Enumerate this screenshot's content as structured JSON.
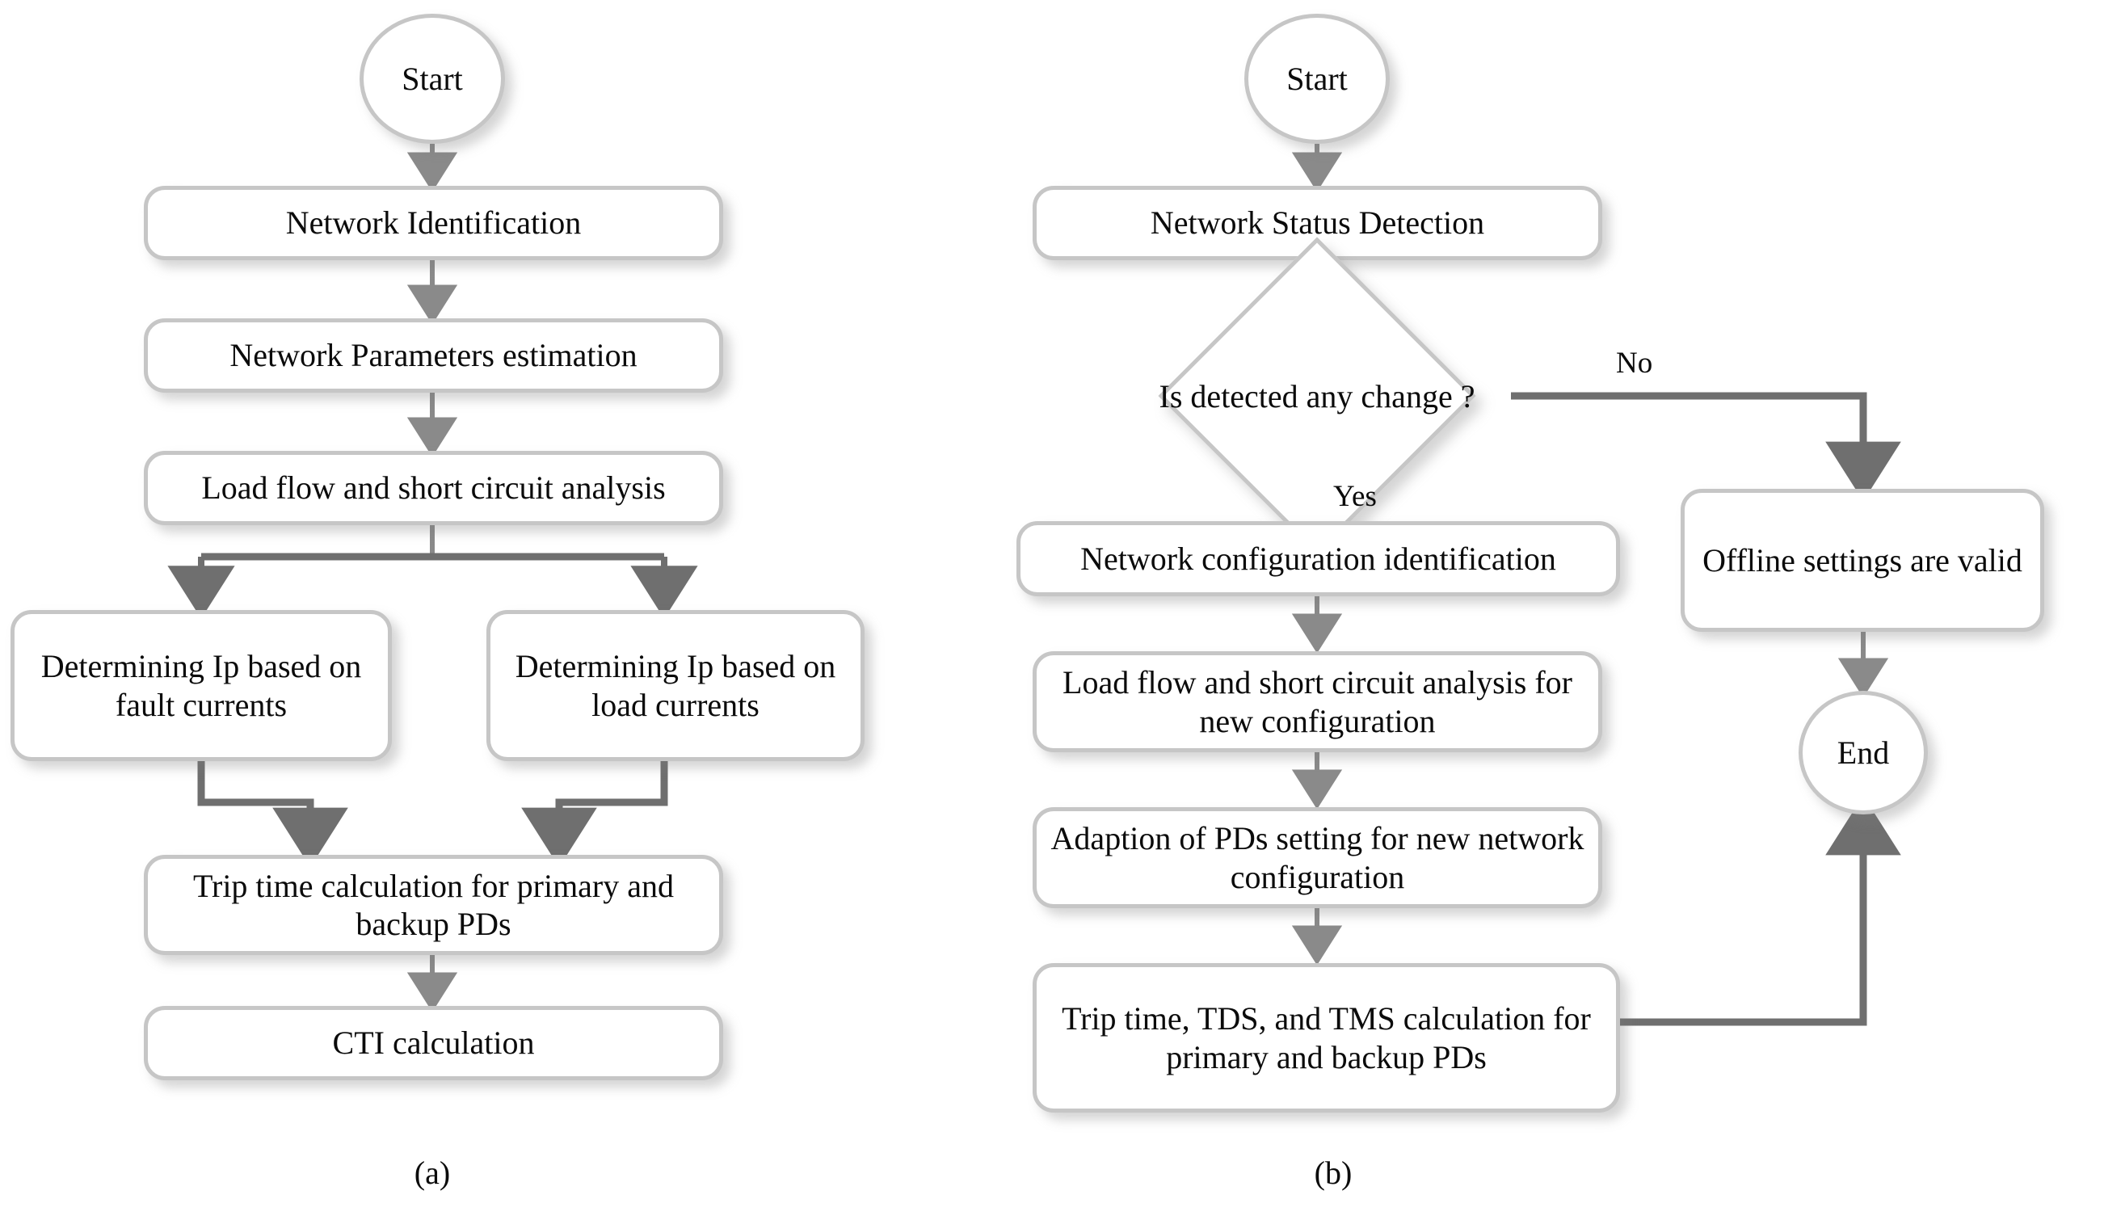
{
  "figure": {
    "panels": [
      {
        "id": "a",
        "caption": "(a)",
        "nodes": [
          {
            "key": "a_start",
            "type": "terminator",
            "label": "Start"
          },
          {
            "key": "a_n1",
            "type": "process",
            "label": "Network Identification"
          },
          {
            "key": "a_n2",
            "type": "process",
            "label": "Network Parameters estimation"
          },
          {
            "key": "a_n3",
            "type": "process",
            "label": "Load flow and short circuit analysis"
          },
          {
            "key": "a_n4",
            "type": "process",
            "label": "Determining Ip based on fault currents"
          },
          {
            "key": "a_n5",
            "type": "process",
            "label": "Determining Ip based on load currents"
          },
          {
            "key": "a_n6",
            "type": "process",
            "label": "Trip time calculation for primary and backup PDs"
          },
          {
            "key": "a_n7",
            "type": "process",
            "label": "CTI calculation"
          }
        ],
        "edges": [
          {
            "from": "a_start",
            "to": "a_n1",
            "label": ""
          },
          {
            "from": "a_n1",
            "to": "a_n2",
            "label": ""
          },
          {
            "from": "a_n2",
            "to": "a_n3",
            "label": ""
          },
          {
            "from": "a_n3",
            "to": "a_n4",
            "label": ""
          },
          {
            "from": "a_n3",
            "to": "a_n5",
            "label": ""
          },
          {
            "from": "a_n4",
            "to": "a_n6",
            "label": ""
          },
          {
            "from": "a_n5",
            "to": "a_n6",
            "label": ""
          },
          {
            "from": "a_n6",
            "to": "a_n7",
            "label": ""
          }
        ]
      },
      {
        "id": "b",
        "caption": "(b)",
        "nodes": [
          {
            "key": "b_start",
            "type": "terminator",
            "label": "Start"
          },
          {
            "key": "b_n1",
            "type": "process",
            "label": "Network Status Detection"
          },
          {
            "key": "b_dec",
            "type": "decision",
            "label": "Is detected any change ?"
          },
          {
            "key": "b_n2",
            "type": "process",
            "label": "Network configuration identification"
          },
          {
            "key": "b_n3",
            "type": "process",
            "label": "Load flow and short circuit analysis for new configuration"
          },
          {
            "key": "b_n4",
            "type": "process",
            "label": "Adaption of PDs setting for new network configuration"
          },
          {
            "key": "b_n5",
            "type": "process",
            "label": "Trip time, TDS, and TMS calculation for primary and backup PDs"
          },
          {
            "key": "b_off",
            "type": "process",
            "label": "Offline settings are valid"
          },
          {
            "key": "b_end",
            "type": "terminator",
            "label": "End"
          }
        ],
        "edges": [
          {
            "from": "b_start",
            "to": "b_n1",
            "label": ""
          },
          {
            "from": "b_n1",
            "to": "b_dec",
            "label": ""
          },
          {
            "from": "b_dec",
            "to": "b_n2",
            "label": "Yes"
          },
          {
            "from": "b_dec",
            "to": "b_off",
            "label": "No"
          },
          {
            "from": "b_n2",
            "to": "b_n3",
            "label": ""
          },
          {
            "from": "b_n3",
            "to": "b_n4",
            "label": ""
          },
          {
            "from": "b_n4",
            "to": "b_n5",
            "label": ""
          },
          {
            "from": "b_off",
            "to": "b_end",
            "label": ""
          },
          {
            "from": "b_n5",
            "to": "b_end",
            "label": ""
          }
        ]
      }
    ],
    "edge_labels": {
      "yes": "Yes",
      "no": "No"
    },
    "colors": {
      "node_stroke": "#c6c6c6",
      "node_fill": "#ffffff",
      "connector_light": "#8a8a8a",
      "connector_dark": "#6f6f6f",
      "text": "#0b0b0b",
      "background": "#ffffff"
    }
  }
}
